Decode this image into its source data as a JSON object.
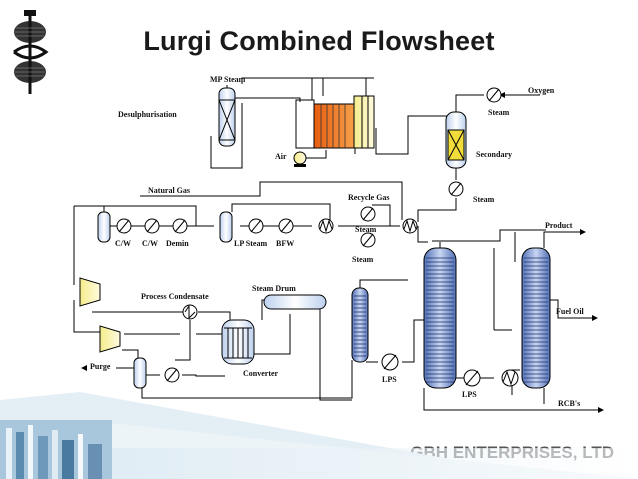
{
  "title": "Lurgi Combined Flowsheet",
  "company": "GBH ENTERPRISES, LTD",
  "labels": {
    "mp_steam": "MP Steam",
    "desulphurisation": "Desulphurisation",
    "oxygen": "Oxygen",
    "steam_top": "Steam",
    "air": "Air",
    "secondary": "Secondary",
    "natural_gas": "Natural Gas",
    "recycle_gas": "Recycle Gas",
    "steam_right": "Steam",
    "product": "Product",
    "cw1": "C/W",
    "cw2": "C/W",
    "demin": "Demin",
    "lp_steam": "LP Steam",
    "bfw": "BFW",
    "steam_mid": "Steam",
    "steam_low": "Steam",
    "steam_drum": "Steam Drum",
    "process_condensate": "Process Condensate",
    "fuel_oil": "Fuel Oil",
    "purge": "Purge",
    "converter": "Converter",
    "lps1": "LPS",
    "lps2": "LPS",
    "rcbs": "RCB's"
  }
}
